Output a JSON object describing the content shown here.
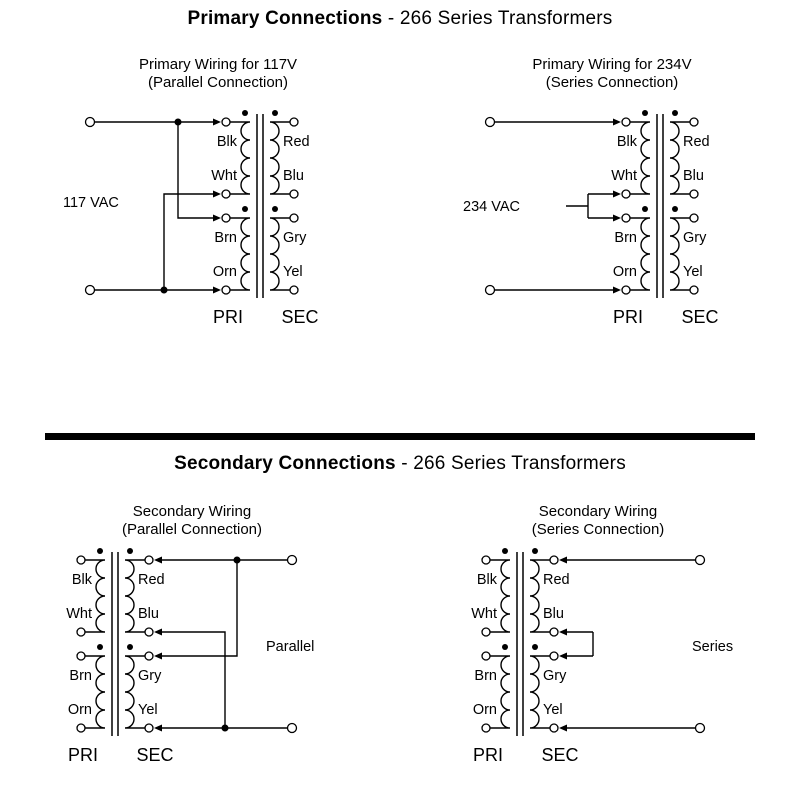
{
  "sections": {
    "primary": {
      "title_bold": "Primary Connections",
      "title_rest": " - 266 Series Transformers"
    },
    "secondary": {
      "title_bold": "Secondary Connections",
      "title_rest": " - 266 Series Transformers"
    }
  },
  "shared": {
    "pri": "PRI",
    "sec": "SEC",
    "left_leads": [
      "Blk",
      "Wht",
      "Brn",
      "Orn"
    ],
    "right_leads": [
      "Red",
      "Blu",
      "Gry",
      "Yel"
    ]
  },
  "diagrams": {
    "primary_parallel": {
      "title": "Primary Wiring for 117V",
      "subtitle": "(Parallel Connection)",
      "annotation": "117 VAC"
    },
    "primary_series": {
      "title": "Primary Wiring for 234V",
      "subtitle": "(Series Connection)",
      "annotation": "234 VAC"
    },
    "secondary_parallel": {
      "title": "Secondary Wiring",
      "subtitle": "(Parallel Connection)",
      "annotation": "Parallel"
    },
    "secondary_series": {
      "title": "Secondary Wiring",
      "subtitle": "(Series Connection)",
      "annotation": "Series"
    }
  },
  "colors": {
    "ink": "#000000",
    "background": "#ffffff"
  }
}
